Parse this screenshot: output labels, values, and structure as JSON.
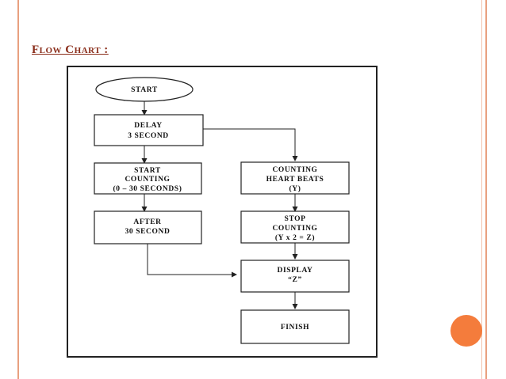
{
  "slide": {
    "title": "Flow Chart :",
    "accent_color": "#f47c3c",
    "border_color": "#e9a07f"
  },
  "flowchart": {
    "start": "START",
    "delay": [
      "DELAY",
      "3 SECOND"
    ],
    "start_counting": [
      "START",
      "COUNTING",
      "(0 – 30 SECONDS)"
    ],
    "after": [
      "AFTER",
      "30 SECOND"
    ],
    "counting_heart_beats": [
      "COUNTING",
      "HEART BEATS",
      "(Y)"
    ],
    "stop_counting": [
      "STOP",
      "COUNTING",
      "(Y x 2 = Z)"
    ],
    "display": [
      "DISPLAY",
      "“Z”"
    ],
    "finish": "FINISH"
  }
}
